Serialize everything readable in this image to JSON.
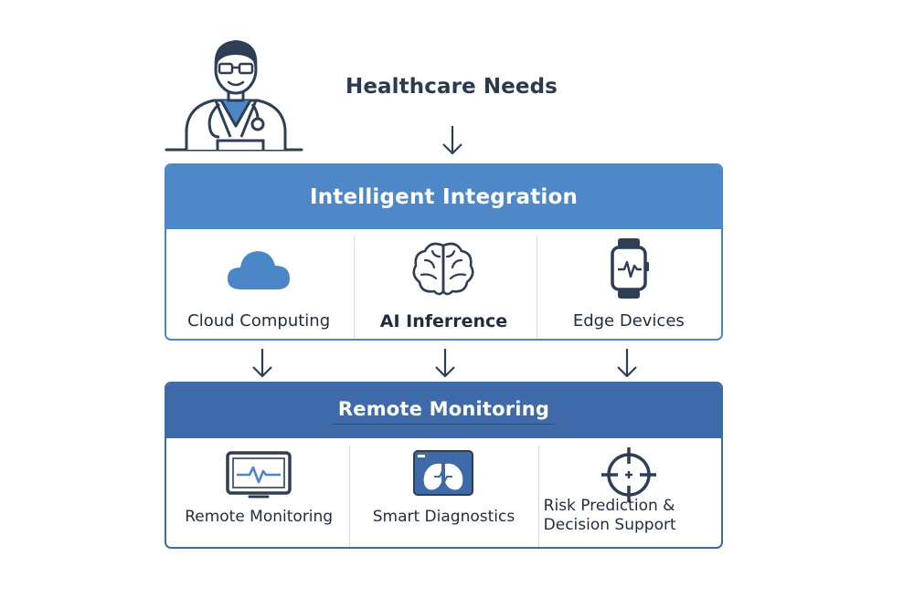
{
  "header": {
    "title": "Healthcare Needs"
  },
  "doctor_icon": "doctor-icon",
  "integration": {
    "title": "Intelligent Integration",
    "items": [
      {
        "label": "Cloud Computing",
        "icon": "cloud-icon"
      },
      {
        "label": "AI Inferrence",
        "icon": "brain-icon"
      },
      {
        "label": "Edge Devices",
        "icon": "smartwatch-icon"
      }
    ]
  },
  "monitoring": {
    "title": "Remote Monitoring",
    "items": [
      {
        "label": "Remote Monitoring",
        "icon": "monitor-heartbeat-icon"
      },
      {
        "label": "Smart Diagnostics",
        "icon": "diagnostics-lungs-icon"
      },
      {
        "label": "Risk Prediction &\nDecision Support",
        "icon": "crosshair-target-icon"
      }
    ]
  },
  "colors": {
    "panel_header": "#4f88c9",
    "panel2_header": "#3e6aa9",
    "icon_dark": "#2e3f55",
    "icon_blue": "#4a86c8"
  }
}
